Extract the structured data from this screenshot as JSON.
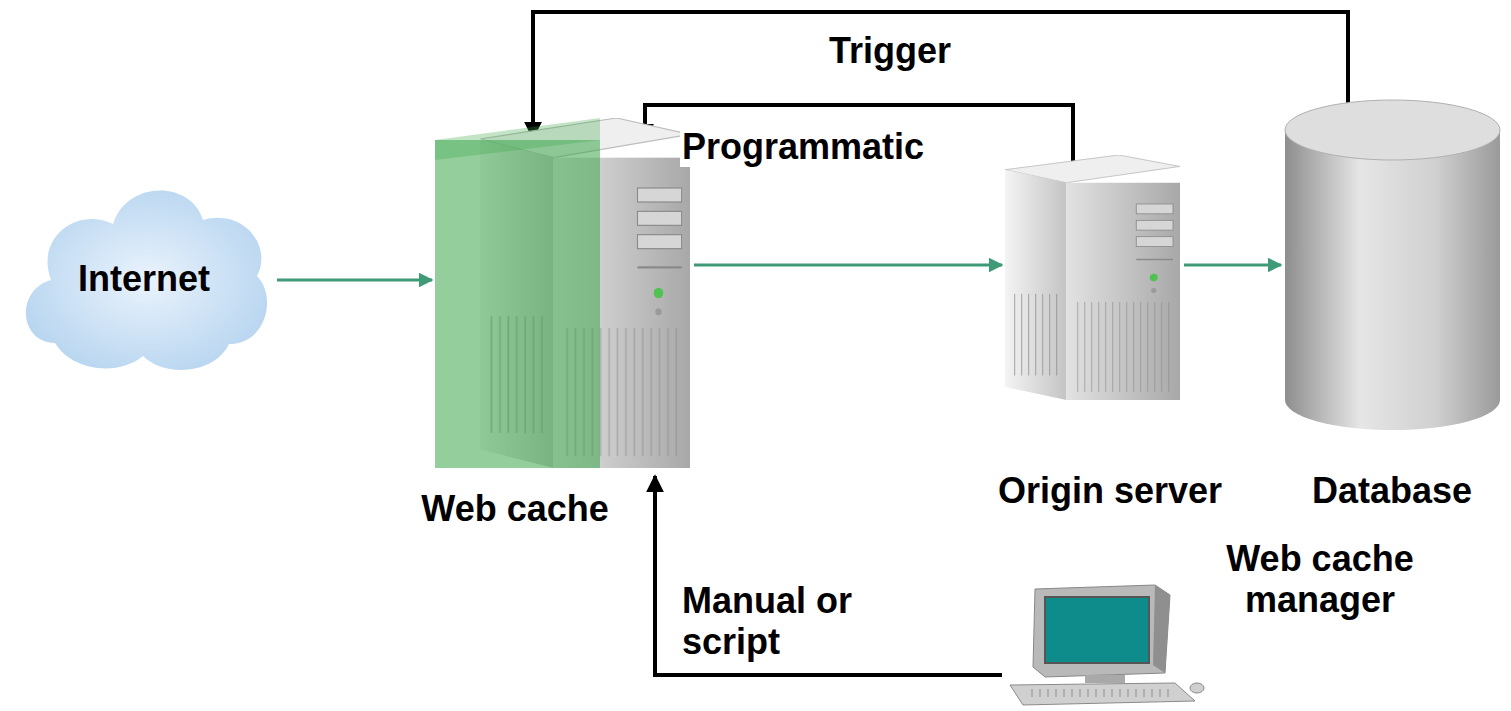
{
  "diagram": {
    "nodes": [
      {
        "text": [
          "Internet"
        ]
      },
      {
        "text": [
          "Web cache"
        ]
      },
      {
        "text": [
          "Origin server"
        ]
      },
      {
        "text": [
          "Database"
        ]
      },
      {
        "text": [
          "Web cache manager"
        ]
      }
    ],
    "edges": [
      {
        "from": 0,
        "to": 1,
        "arrow": "to"
      },
      {
        "from": 1,
        "to": 2,
        "arrow": "to"
      },
      {
        "from": 2,
        "to": 3,
        "arrow": "to"
      },
      {
        "from": 3,
        "to": 1,
        "arrow": "to",
        "label": "Trigger"
      },
      {
        "from": 2,
        "to": 1,
        "arrow": "to",
        "label": "Programmatic"
      },
      {
        "from": 4,
        "to": 1,
        "arrow": "to",
        "label": "Manual or script"
      }
    ]
  }
}
